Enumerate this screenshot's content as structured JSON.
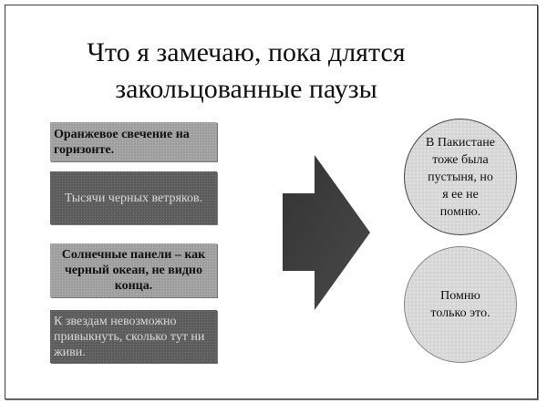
{
  "slide": {
    "title_line1": "Что я замечаю, пока длятся",
    "title_line2": "закольцованные паузы"
  },
  "left_boxes": [
    {
      "text": "Оранжевое  свечение на горизонте.",
      "shade": "light"
    },
    {
      "text": "Тысячи черных ветряков.",
      "shade": "dark"
    },
    {
      "text": "Солнечные панели – как черный океан, не видно конца.",
      "shade": "light"
    },
    {
      "text": "К звездам невозможно привыкнуть, сколько тут ни живи.",
      "shade": "dark"
    }
  ],
  "arrow": {
    "icon": "right-arrow-icon",
    "color": "#3c3c3c"
  },
  "right_circles": [
    {
      "text": "В Пакистане тоже была пустыня, но я ее не помню."
    },
    {
      "text": "Помню только это."
    }
  ],
  "colors": {
    "light_box": "#9e9e9e",
    "dark_box": "#5c5c5c",
    "circle_fill": "#d6d6d6",
    "frame_border": "#3a3a3a"
  }
}
